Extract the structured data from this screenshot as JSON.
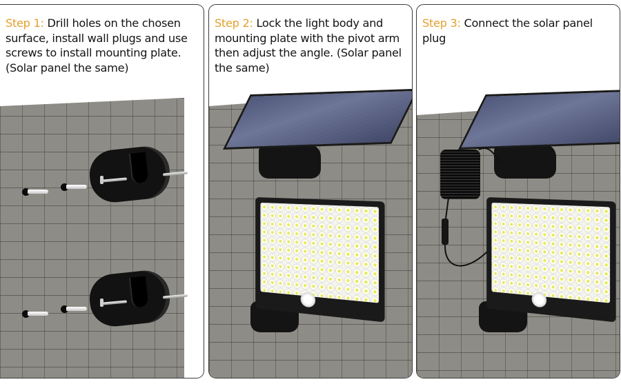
{
  "steps": [
    {
      "label": "Step 1:",
      "text": " Drill holes on the chosen surface, install wall plugs and use screws to install mounting plate. (Solar panel the same)",
      "illustration": "brick-wall-with-two-mounting-plates-screws-and-wall-plugs"
    },
    {
      "label": "Step 2:",
      "text": " Lock the light body and mounting plate with the pivot arm then adjust the angle. (Solar panel the same)",
      "illustration": "brick-wall-with-solar-panel-and-led-flood-light-mounted"
    },
    {
      "label": "Step 3:",
      "text": " Connect the solar panel plug",
      "illustration": "solar-panel-with-coiled-cable-connected-to-led-flood-light"
    }
  ],
  "colors": {
    "step_label": "#e2a12d",
    "text": "#141414",
    "panel_border": "#3a3a3a",
    "wall": "#8e8c86",
    "hardware": "#121212"
  }
}
